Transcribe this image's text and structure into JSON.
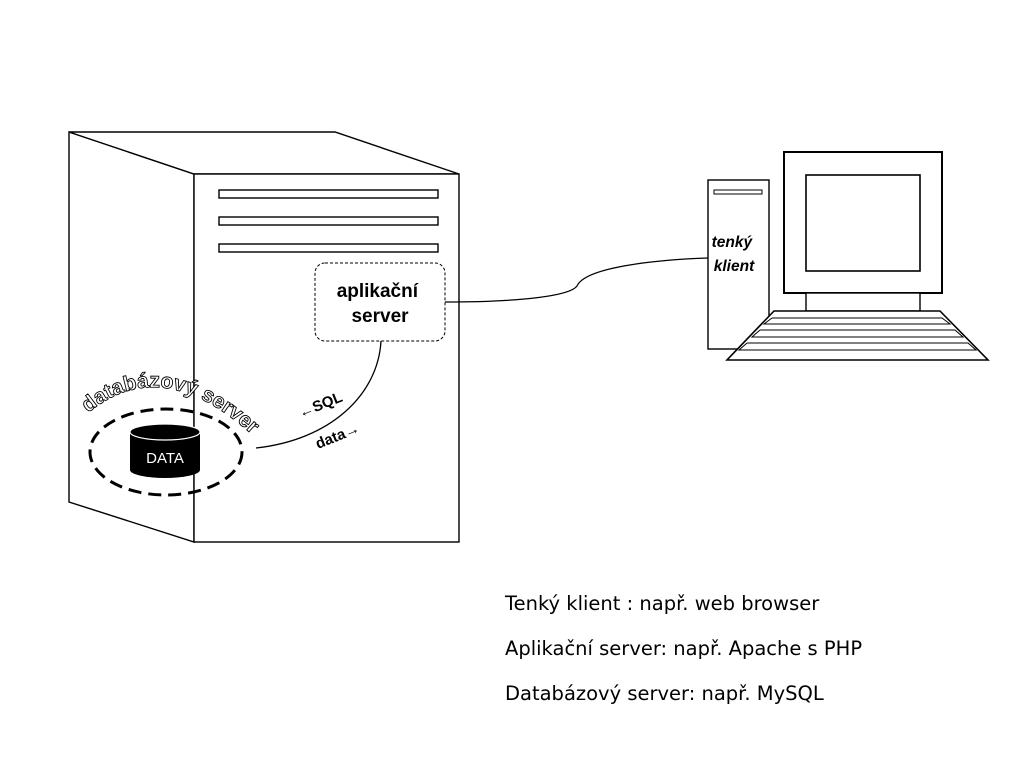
{
  "app_server_label": [
    "aplikační",
    "server"
  ],
  "db_server_label": "databázový server",
  "data_store_label": "DATA",
  "sql_label": "←SQL",
  "data_flow_label": "data→",
  "client_label": [
    "tenký",
    "klient"
  ],
  "legend": [
    "Tenký klient : např. web browser",
    "Aplikační server: např. Apache s PHP",
    "Databázový server: např. MySQL"
  ]
}
